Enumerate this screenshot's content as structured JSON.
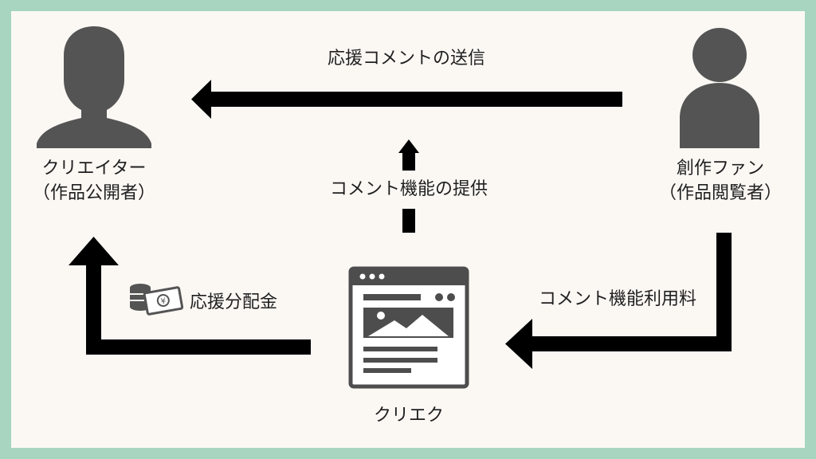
{
  "nodes": {
    "creator": {
      "line1": "クリエイター",
      "line2": "（作品公開者）"
    },
    "fan": {
      "line1": "創作ファン",
      "line2": "（作品閲覧者）"
    },
    "platform": {
      "name": "クリエク"
    }
  },
  "edges": {
    "send_comment": "応援コメントの送信",
    "provide_comment_feature": "コメント機能の提供",
    "comment_fee": "コメント機能利用料",
    "support_distribution": "応援分配金"
  },
  "colors": {
    "background_border": "#a8d5c0",
    "panel": "#fbf8f4",
    "ink": "#000000",
    "icon": "#545454"
  },
  "icons": [
    "creator-person-icon",
    "fan-person-icon",
    "browser-window-icon",
    "money-coins-icon"
  ]
}
